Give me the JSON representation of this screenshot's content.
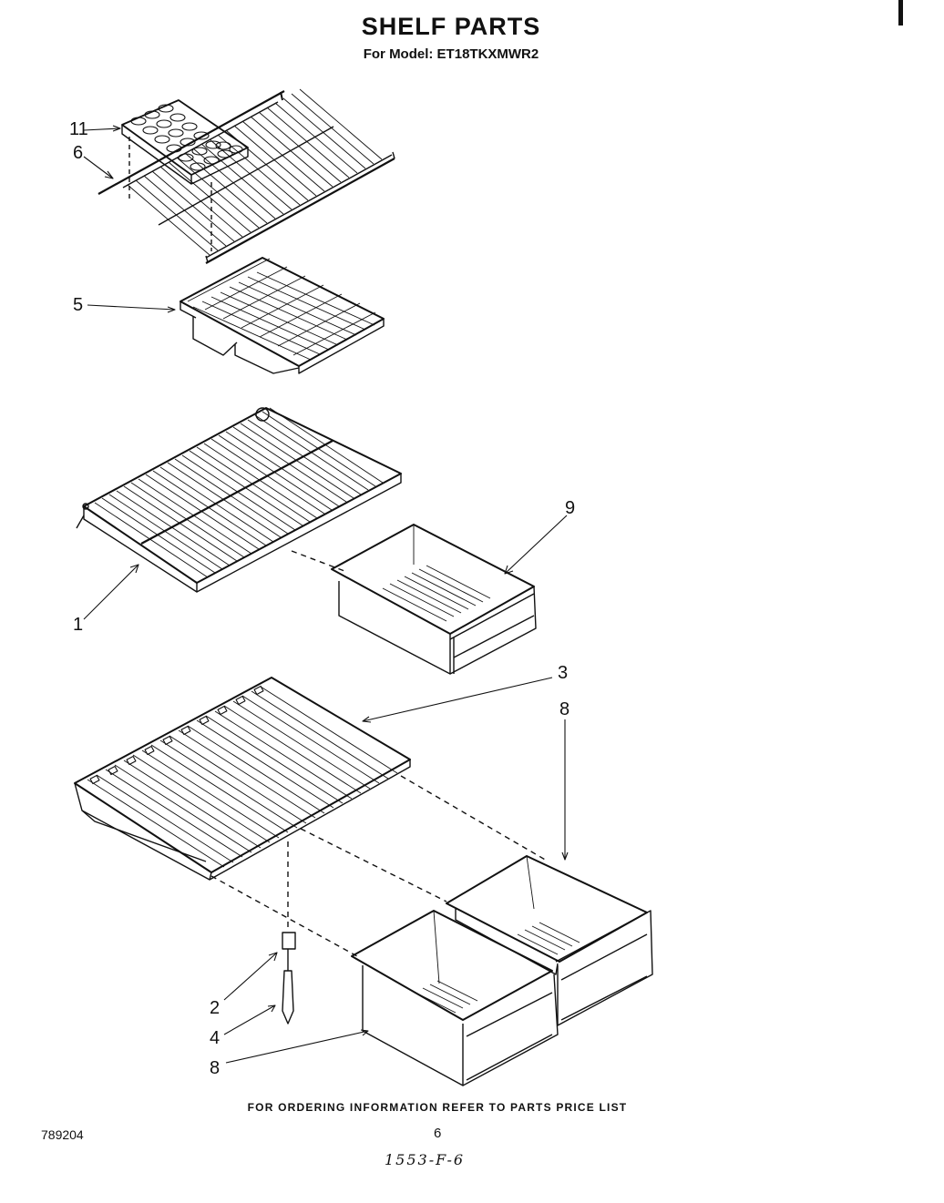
{
  "header": {
    "title": "SHELF PARTS",
    "subtitle": "For Model: ET18TKXMWR2"
  },
  "callouts": {
    "c11": "11",
    "c6": "6",
    "c5": "5",
    "c1": "1",
    "c9": "9",
    "c3": "3",
    "c8a": "8",
    "c2": "2",
    "c4": "4",
    "c8b": "8"
  },
  "footer": {
    "ordering_note": "FOR ORDERING INFORMATION REFER TO PARTS PRICE LIST",
    "doc_number": "789204",
    "page_number": "6",
    "handwritten_code": "1553-F-6"
  }
}
